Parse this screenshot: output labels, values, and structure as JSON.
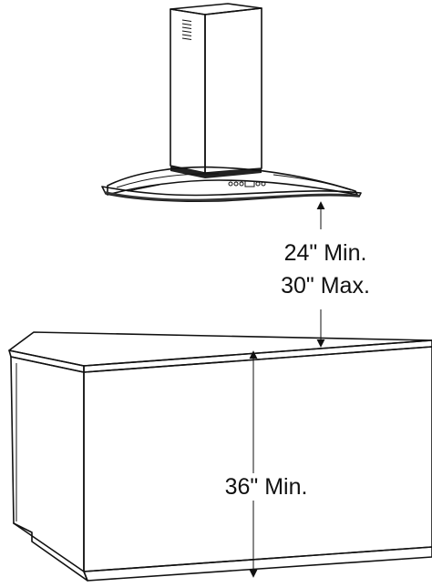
{
  "dimensions": {
    "hood_clearance_min": "24\" Min.",
    "hood_clearance_max": "30\" Max.",
    "counter_height_min": "36\" Min."
  },
  "colors": {
    "line": "#111111",
    "background": "#ffffff"
  }
}
